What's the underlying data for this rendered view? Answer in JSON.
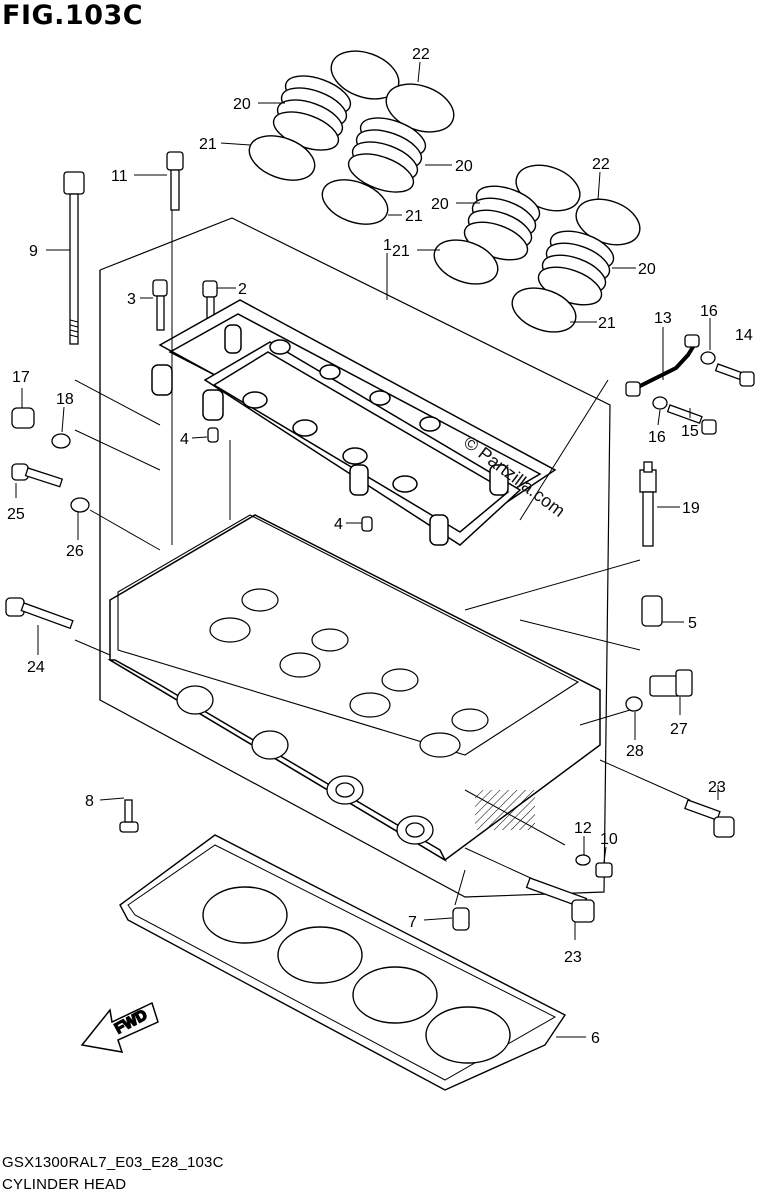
{
  "figure": {
    "title": "FIG.103C",
    "footer_code": "GSX1300RAL7_E03_E28_103C",
    "footer_name": "CYLINDER HEAD",
    "watermark": "© Partzilla.com",
    "fwd_label": "FWD"
  },
  "callouts": [
    {
      "id": "c22a",
      "label": "22"
    },
    {
      "id": "c20a",
      "label": "20"
    },
    {
      "id": "c21a",
      "label": "21"
    },
    {
      "id": "c20b",
      "label": "20"
    },
    {
      "id": "c11",
      "label": "11"
    },
    {
      "id": "c21b",
      "label": "21"
    },
    {
      "id": "c22b",
      "label": "22"
    },
    {
      "id": "c20c",
      "label": "20"
    },
    {
      "id": "c9",
      "label": "9"
    },
    {
      "id": "c21c",
      "label": "21"
    },
    {
      "id": "c1",
      "label": "1"
    },
    {
      "id": "c20d",
      "label": "20"
    },
    {
      "id": "c2",
      "label": "2"
    },
    {
      "id": "c3",
      "label": "3"
    },
    {
      "id": "c13",
      "label": "13"
    },
    {
      "id": "c16a",
      "label": "16"
    },
    {
      "id": "c14",
      "label": "14"
    },
    {
      "id": "c21d",
      "label": "21"
    },
    {
      "id": "c17",
      "label": "17"
    },
    {
      "id": "c18",
      "label": "18"
    },
    {
      "id": "c16b",
      "label": "16"
    },
    {
      "id": "c15",
      "label": "15"
    },
    {
      "id": "c4a",
      "label": "4"
    },
    {
      "id": "c25",
      "label": "25"
    },
    {
      "id": "c19",
      "label": "19"
    },
    {
      "id": "c4b",
      "label": "4"
    },
    {
      "id": "c26",
      "label": "26"
    },
    {
      "id": "c5",
      "label": "5"
    },
    {
      "id": "c24",
      "label": "24"
    },
    {
      "id": "c27",
      "label": "27"
    },
    {
      "id": "c28",
      "label": "28"
    },
    {
      "id": "c23a",
      "label": "23"
    },
    {
      "id": "c8",
      "label": "8"
    },
    {
      "id": "c12",
      "label": "12"
    },
    {
      "id": "c10",
      "label": "10"
    },
    {
      "id": "c7",
      "label": "7"
    },
    {
      "id": "c23b",
      "label": "23"
    },
    {
      "id": "c6",
      "label": "6"
    }
  ]
}
